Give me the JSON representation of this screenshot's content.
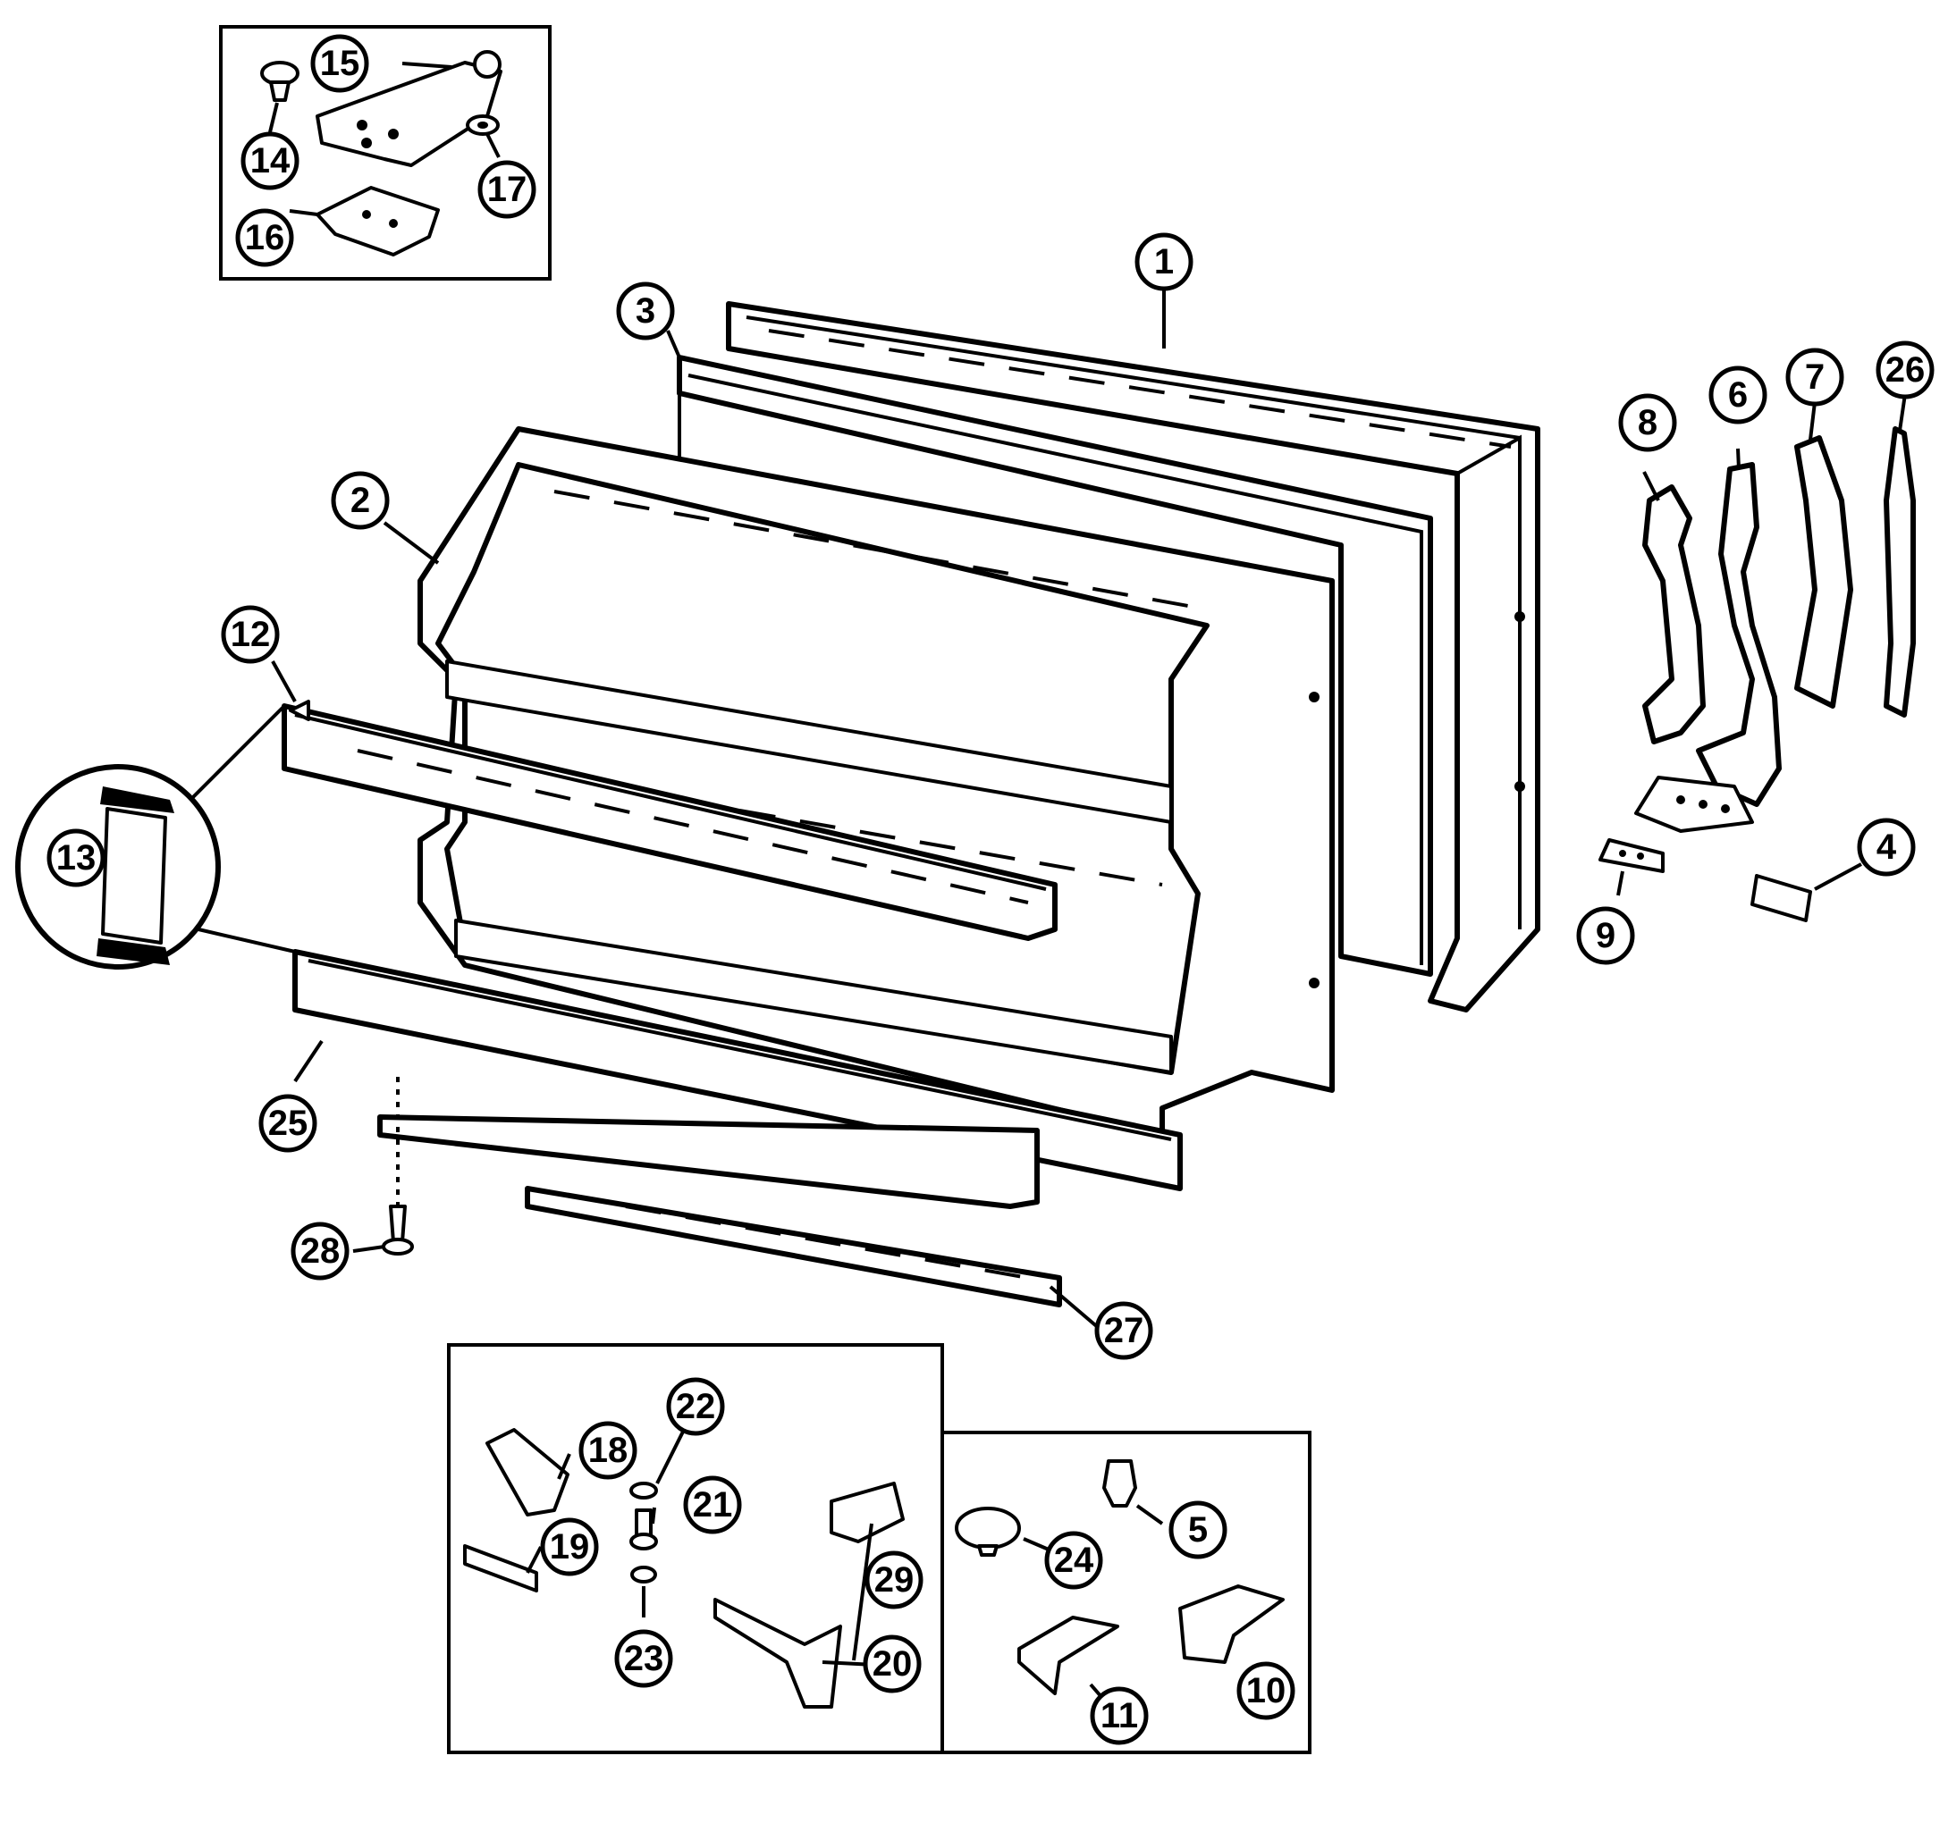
{
  "diagram": {
    "callouts": [
      {
        "id": "1",
        "label": "1"
      },
      {
        "id": "2",
        "label": "2"
      },
      {
        "id": "3",
        "label": "3"
      },
      {
        "id": "4",
        "label": "4"
      },
      {
        "id": "5",
        "label": "5"
      },
      {
        "id": "6",
        "label": "6"
      },
      {
        "id": "7",
        "label": "7"
      },
      {
        "id": "8",
        "label": "8"
      },
      {
        "id": "9",
        "label": "9"
      },
      {
        "id": "10",
        "label": "10"
      },
      {
        "id": "11",
        "label": "11"
      },
      {
        "id": "12",
        "label": "12"
      },
      {
        "id": "13",
        "label": "13"
      },
      {
        "id": "14",
        "label": "14"
      },
      {
        "id": "15",
        "label": "15"
      },
      {
        "id": "16",
        "label": "16"
      },
      {
        "id": "17",
        "label": "17"
      },
      {
        "id": "18",
        "label": "18"
      },
      {
        "id": "19",
        "label": "19"
      },
      {
        "id": "20",
        "label": "20"
      },
      {
        "id": "21",
        "label": "21"
      },
      {
        "id": "22",
        "label": "22"
      },
      {
        "id": "23",
        "label": "23"
      },
      {
        "id": "24",
        "label": "24"
      },
      {
        "id": "25",
        "label": "25"
      },
      {
        "id": "26",
        "label": "26"
      },
      {
        "id": "27",
        "label": "27"
      },
      {
        "id": "28",
        "label": "28"
      },
      {
        "id": "29",
        "label": "29"
      }
    ],
    "colors": {
      "ink": "#000000",
      "paper": "#ffffff"
    }
  }
}
